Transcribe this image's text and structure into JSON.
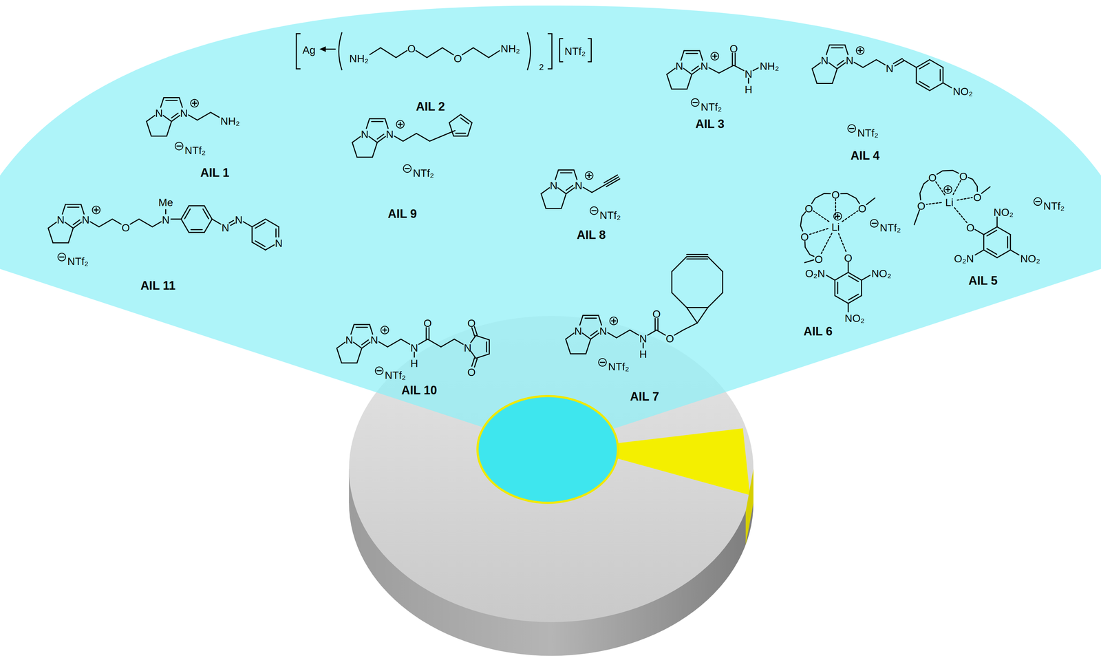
{
  "diagram": {
    "labels": [
      "N",
      "N",
      "NH₂",
      "NTf₂",
      "AIL 1",
      "NH₂",
      "O",
      "O",
      "NH₂",
      "Ag",
      "2",
      "NTf₂",
      "AIL 2",
      "N",
      "N",
      "O",
      "N",
      "H",
      "NH₂",
      "NTf₂",
      "AIL 3",
      "N",
      "N",
      "N",
      "NO₂",
      "NTf₂",
      "AIL 4",
      "N",
      "N",
      "O",
      "N",
      "Me",
      "N",
      "N",
      "N",
      "NTf₂",
      "AIL 11",
      "N",
      "N",
      "NTf₂",
      "AIL 9",
      "N",
      "N",
      "NTf₂",
      "AIL 8",
      "Li",
      "O",
      "O",
      "O",
      "O",
      "O",
      "O",
      "NO₂",
      "O₂N",
      "NO₂",
      "NTf₂",
      "AIL 6",
      "Li",
      "O",
      "O",
      "O",
      "O",
      "O",
      "NO₂",
      "O₂N",
      "NO₂",
      "NTf₂",
      "AIL 5",
      "N",
      "N",
      "N",
      "H",
      "O",
      "N",
      "O",
      "O",
      "NTf₂",
      "AIL 10",
      "N",
      "N",
      "N",
      "H",
      "O",
      "O",
      "NTf₂",
      "AIL 7"
    ]
  }
}
